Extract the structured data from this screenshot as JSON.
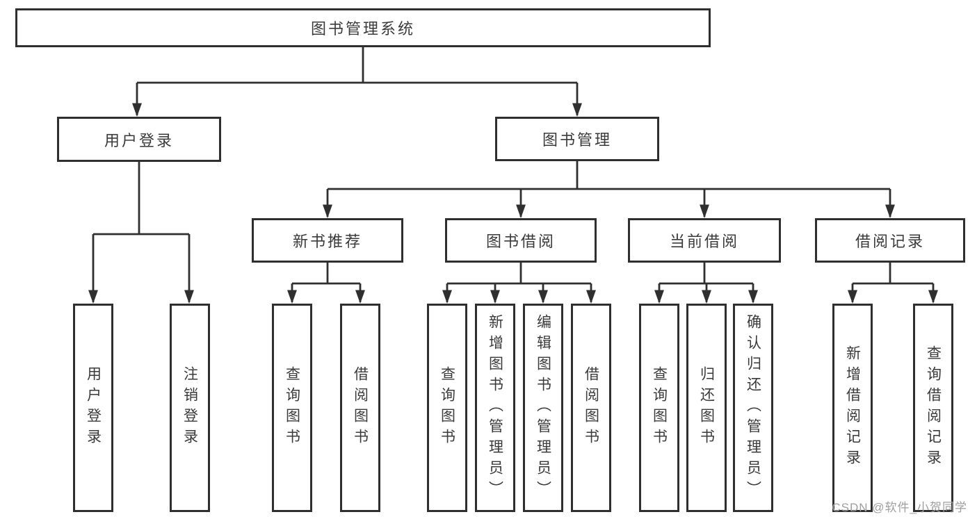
{
  "colors": {
    "line": "#2f2f2f",
    "text": "#3a3a3a",
    "watermark": "#9e9e9e",
    "background": "#ffffff"
  },
  "watermark": {
    "text": "CSDN @软件_小贺同学"
  },
  "tree": {
    "root": {
      "label": "图书管理系统"
    },
    "branches": [
      {
        "label": "用户登录",
        "children": [
          {
            "label": "用户登录"
          },
          {
            "label": "注销登录"
          }
        ]
      },
      {
        "label": "图书管理",
        "children": [
          {
            "label": "新书推荐",
            "children": [
              {
                "label": "查询图书"
              },
              {
                "label": "借阅图书"
              }
            ]
          },
          {
            "label": "图书借阅",
            "children": [
              {
                "label": "查询图书"
              },
              {
                "label": "新增图书（管理员）"
              },
              {
                "label": "编辑图书（管理员）"
              },
              {
                "label": "借阅图书"
              }
            ]
          },
          {
            "label": "当前借阅",
            "children": [
              {
                "label": "查询图书"
              },
              {
                "label": "归还图书"
              },
              {
                "label": "确认归还（管理员）"
              }
            ]
          },
          {
            "label": "借阅记录",
            "children": [
              {
                "label": "新增借阅记录"
              },
              {
                "label": "查询借阅记录"
              }
            ]
          }
        ]
      }
    ]
  }
}
